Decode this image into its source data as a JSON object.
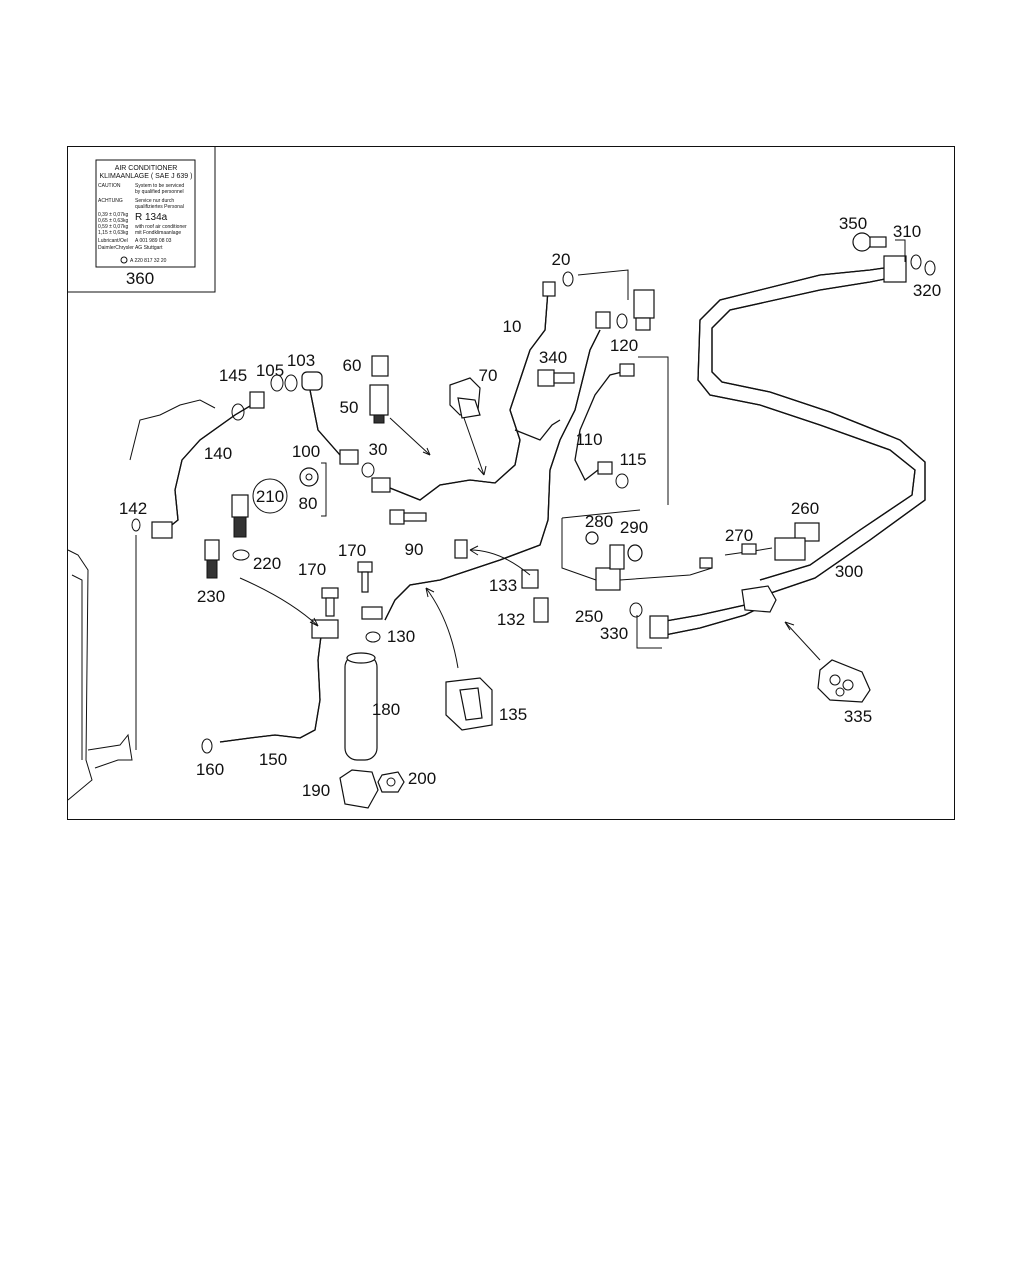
{
  "label_plate": {
    "line1": "AIR CONDITIONER",
    "line2": "KLIMAANLAGE ( SAE J 639 )",
    "caution_label": "CAUTION",
    "caution_text_1": "System to be serviced",
    "caution_text_2": "by qualified personnel",
    "achtung_label": "ACHTUNG",
    "achtung_text_1": "Service nur durch",
    "achtung_text_2": "qualifiziertes Personal",
    "refrigerant": "R 134a",
    "fill_1_amount": "0,39 ± 0,07kg",
    "fill_2_amount": "0,65 ± 0,63kg",
    "fill_3_amount": "0,59 ± 0,07kg",
    "fill_4_amount": "1,15 ± 0,63kg",
    "fill_2_text": "with roof air conditioner",
    "fill_3_text": "mit Fondklimaanlage",
    "lubricant_label": "Lubricant/Oel",
    "lubricant_value": "A 001 989 08 03",
    "maker": "DaimlerChrysler AG Stuttgart",
    "part_number": "A 220 817 32 20",
    "callout": "360"
  },
  "callouts": {
    "c10": "10",
    "c20": "20",
    "c30": "30",
    "c50": "50",
    "c60": "60",
    "c70": "70",
    "c80": "80",
    "c90": "90",
    "c100": "100",
    "c103": "103",
    "c105": "105",
    "c110": "110",
    "c115": "115",
    "c120": "120",
    "c130": "130",
    "c132": "132",
    "c133": "133",
    "c135": "135",
    "c140": "140",
    "c142": "142",
    "c145": "145",
    "c150": "150",
    "c160": "160",
    "c170a": "170",
    "c170b": "170",
    "c180": "180",
    "c190": "190",
    "c200": "200",
    "c210": "210",
    "c220": "220",
    "c230": "230",
    "c250": "250",
    "c260": "260",
    "c270": "270",
    "c280": "280",
    "c290": "290",
    "c300": "300",
    "c310": "310",
    "c320": "320",
    "c330": "330",
    "c335": "335",
    "c340": "340",
    "c350": "350"
  }
}
